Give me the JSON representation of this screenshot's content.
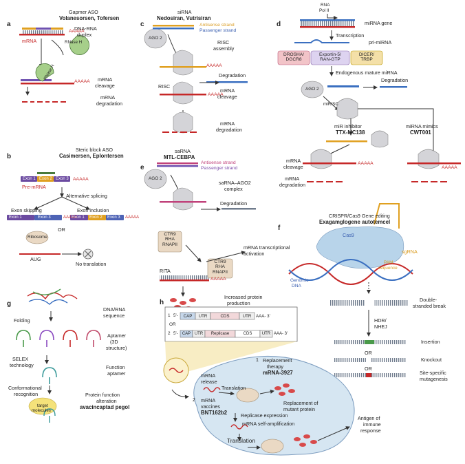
{
  "panel_a": {
    "label": "a",
    "title": "Gapmer ASO",
    "drugs": "Volanesorsen, Tofersen",
    "duplex": [
      "DNA-RNA",
      "duplex"
    ],
    "mrna": "mRNA",
    "enzyme": "RNase H",
    "enzyme2": "RNase H",
    "polyA1": "AAAAA",
    "polyA2": "AAAAA",
    "cleavage": [
      "mRNA",
      "cleavage"
    ],
    "degradation": [
      "mRNA",
      "degradation"
    ]
  },
  "panel_b": {
    "label": "b",
    "title": "Steric block ASO",
    "drugs": "Casimersen, Eplontersen",
    "premrna": "Pre-mRNA",
    "exon1": "Exon 1",
    "exon2": "Exon 2",
    "exon3": "Exon 3",
    "polyA": "AAAAA",
    "alt": "Alternative splicing",
    "skip": "Exon skipping",
    "incl": "Exon inclusion",
    "skip_e1": "Exon 1",
    "skip_e3": "Exon 3",
    "incl_e1": "Exon 1",
    "incl_e2": "Exon 2",
    "incl_e3": "Exon 3",
    "skip_polyA": "AAAAA",
    "incl_polyA": "AAAAA",
    "or": "OR",
    "ribosome": "Ribosome",
    "aug": "AUG",
    "notrans": "No translation"
  },
  "panel_c": {
    "label": "c",
    "title": "siRNA",
    "drugs": "Nedosiran, Vutrisiran",
    "antisense": "Antisense strand",
    "passenger": "Passenger strand",
    "ago": "AGO 2",
    "risc_assembly": [
      "RISC",
      "assembly"
    ],
    "degradation": "Degradation",
    "risc": "RISC",
    "polyA1": "AAAAA",
    "polyA2": "AAAAA",
    "cleavage": [
      "mRNA",
      "cleavage"
    ],
    "mdeg": [
      "mRNA",
      "degradation"
    ]
  },
  "panel_d": {
    "label": "d",
    "rna_pol": [
      "RNA",
      "Pol II"
    ],
    "gene": "miRNA gene",
    "transcription": "Transcription",
    "pri": "pri-miRNA",
    "drosha": [
      "DROSHA/",
      "DGCR8"
    ],
    "exportin": [
      "Exportin-5/",
      "RAN-GTP"
    ],
    "dicer": [
      "DICER/",
      "TRBP"
    ],
    "endogenous": "Endogenous mature miRNA",
    "ago": "AGO 2",
    "degradation": "Degradation",
    "mirisc": "miRISC",
    "inhibitor": "miR inhibitor",
    "inhibitor_drug": "TTX-MC138",
    "mimics": "miRNA mimics",
    "mimics_drug": "CWT001",
    "polyA1": "AAAAA",
    "polyA2": "AAAAA",
    "cleavage": [
      "mRNA",
      "cleavage"
    ],
    "mdeg": [
      "mRNA",
      "degradation"
    ]
  },
  "panel_e": {
    "label": "e",
    "title": "saRNA",
    "drug": "MTL-CEBPA",
    "antisense": "Antisense strand",
    "passenger": "Passenger strand",
    "ago": "AGO 2",
    "complex": [
      "saRNA–AGO2",
      "complex"
    ],
    "degradation": "Degradation",
    "ctr9": [
      "CTR9",
      "RHA",
      "RNAPII"
    ],
    "ctr9b": [
      "CTR9",
      "RHA",
      "RNAPII"
    ],
    "activation": [
      "mRNA transcriptional",
      "activation"
    ],
    "rita": "RITA",
    "polyA": "AAAAA",
    "increased": [
      "Increased protein",
      "production"
    ]
  },
  "panel_f": {
    "label": "f",
    "title": "CRISPR/Cas9 Gene editing",
    "drug": "Exagamglogene autotemcel",
    "cas9": "Cas9",
    "sgrna": "sgRNA",
    "pam": [
      "PAM",
      "sequence"
    ],
    "genomic": [
      "Genomic",
      "DNA"
    ],
    "dsb": [
      "Double-",
      "stranded break"
    ],
    "hdr": [
      "HDR/",
      "NHEJ"
    ],
    "insertion": "Insertion",
    "or1": "OR",
    "knockout": "Knockout",
    "or2": "OR",
    "site": [
      "Site-specific",
      "mutagenesis"
    ]
  },
  "panel_g": {
    "label": "g",
    "seq": [
      "DNA/RNA",
      "sequence"
    ],
    "folding": "Folding",
    "aptamer": [
      "Aptamer",
      "(3D",
      "structure)"
    ],
    "selex": [
      "SELEX",
      "technology"
    ],
    "function": [
      "Function",
      "aptamer"
    ],
    "conf": [
      "Conformational",
      "recognition"
    ],
    "target": [
      "target",
      "molecules"
    ],
    "alteration": [
      "Protein function",
      "alteration"
    ],
    "drug": "avacincaptad pegol"
  },
  "panel_h": {
    "label": "h",
    "n1": "1",
    "n2": "2",
    "or": "OR",
    "five": "5'-",
    "cap": "CAP",
    "utr": "UTR",
    "cds": "CDS",
    "utr2": "UTR",
    "aaa": "AAA- 3'",
    "five2": "5'-",
    "cap2": "CAP",
    "utr3": "UTR",
    "replicase": "Replicase",
    "cds2": "CDS",
    "utr4": "UTR",
    "aaa2": "AAA- 3'",
    "release": [
      "mRNA",
      "release"
    ],
    "translation": "Translation",
    "replacement_num": "1",
    "replacement": [
      "Replacement",
      "therapy"
    ],
    "replacement_drug": "mRNA-3927",
    "replacement_of": [
      "Replacement  of",
      "mutant protein"
    ],
    "vaccine_num": "2",
    "vaccine": [
      "mRNA",
      "vaccines"
    ],
    "vaccine_drug": "BNT162b2",
    "replicase_expr": "Replicase expression",
    "self_amp": "mRNA self-amplification",
    "translation2": "Translation",
    "antigen": [
      "Antigen of",
      "immune",
      "response"
    ]
  },
  "colors": {
    "mrna_red": "#c62828",
    "antisense_gold": "#e0a020",
    "passenger_blue": "#3a6fc0",
    "ago_grey": "#d4d4d8",
    "rnaseh_green": "#a6cf8a",
    "exon_purple": "#6b4aa0",
    "exon_orange": "#e0a020",
    "cas9_blue": "#b8d4ea",
    "cell_blue": "#d6e6f2",
    "drosha_pink": "#f2c4c8",
    "exportin_purple": "#ddd3f0",
    "target_yellow": "#f4e27a"
  }
}
